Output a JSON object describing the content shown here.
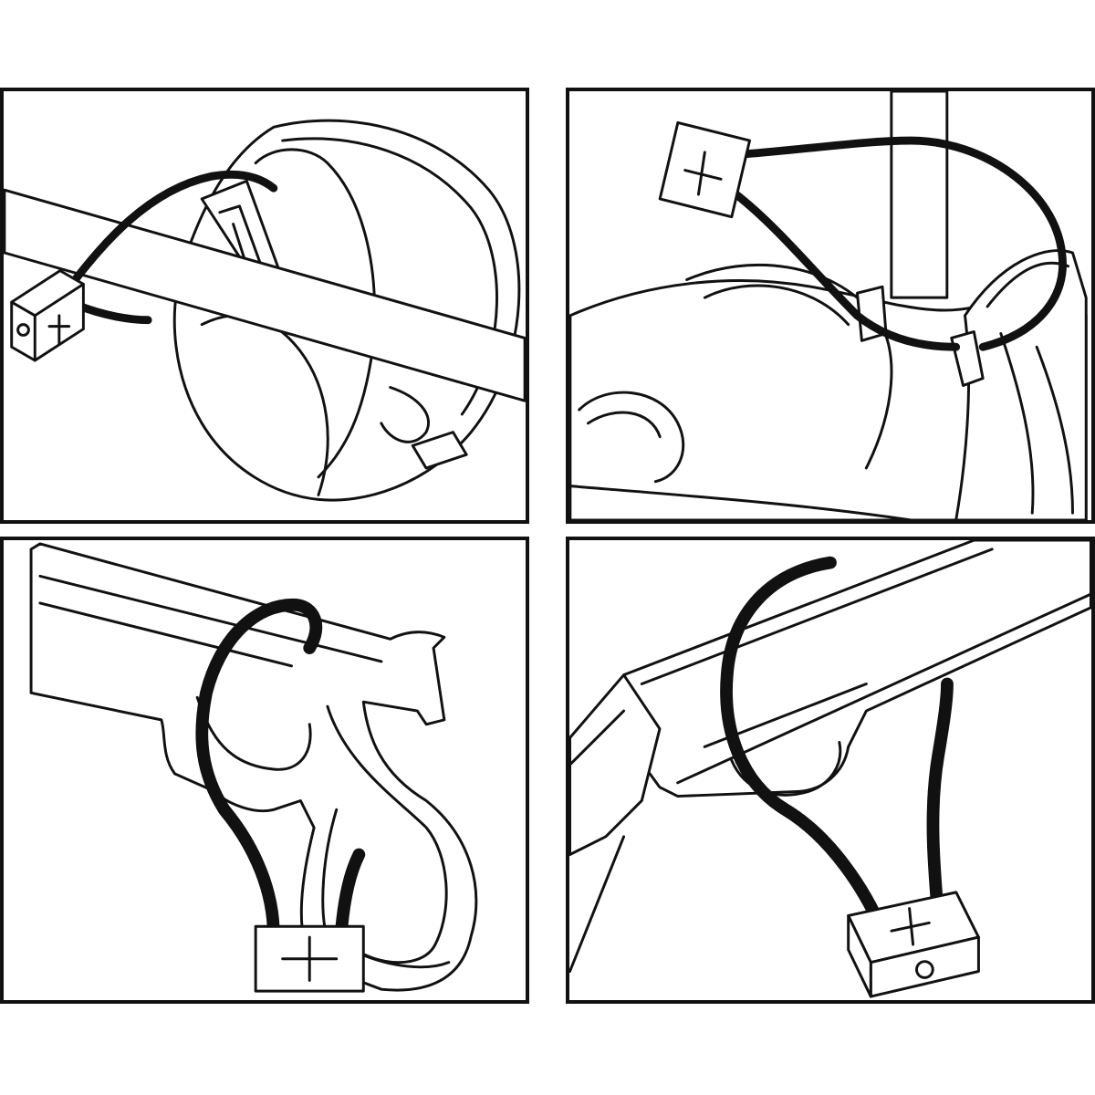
{
  "panels": [
    {
      "id": "panel-1",
      "subject": "helmet"
    },
    {
      "id": "panel-2",
      "subject": "backpack"
    },
    {
      "id": "panel-3",
      "subject": "pistol"
    },
    {
      "id": "panel-4",
      "subject": "rifle"
    }
  ],
  "lock_symbol": "+",
  "colors": {
    "line": "#111111",
    "background": "#ffffff"
  },
  "icons": {
    "lock": "plus-marked-lock-block",
    "cable": "black-cable-loop"
  }
}
